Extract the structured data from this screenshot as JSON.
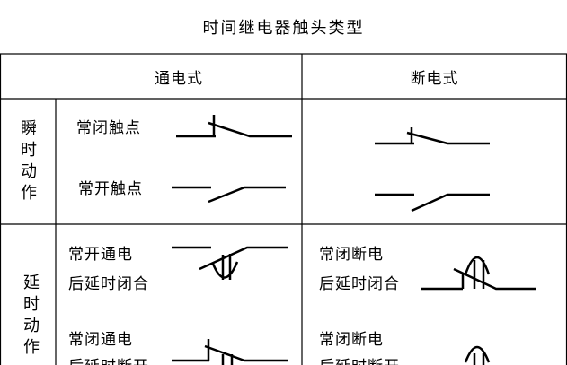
{
  "title": "时间继电器触头类型",
  "headers": {
    "col1": "通电式",
    "col2": "断电式"
  },
  "rows": {
    "instant": {
      "label": "瞬时动作",
      "nc": "常闭触点",
      "no": "常开触点"
    },
    "delayed": {
      "label": "延时动作",
      "tl_line1": "常开通电",
      "tl_line2": "后延时闭合",
      "tr_line1": "常闭断电",
      "tr_line2": "后延时闭合",
      "bl_line1": "常闭通电",
      "bl_line2": "后延时断开",
      "br_line1": "常闭断电",
      "br_line2": "后延时断开"
    }
  }
}
